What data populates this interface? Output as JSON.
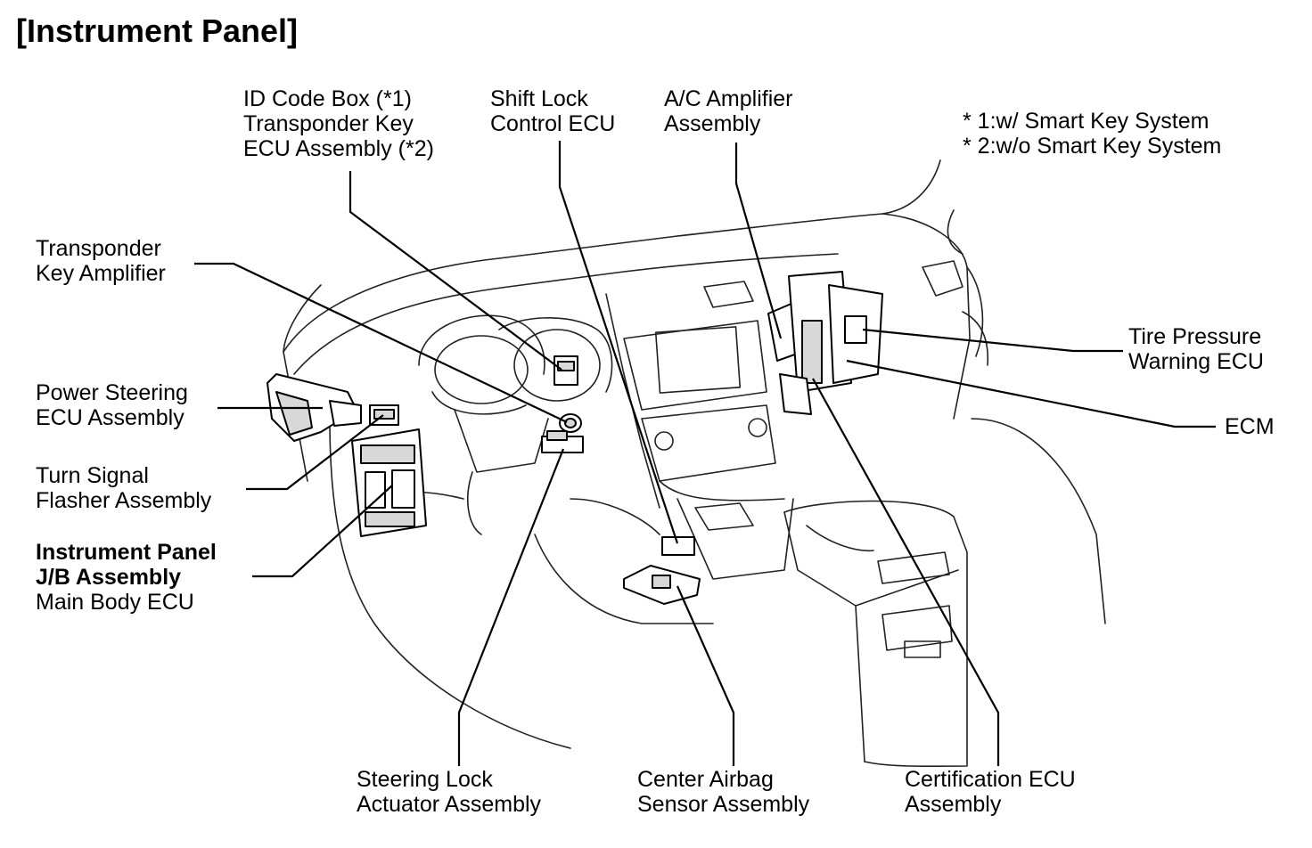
{
  "title": "[Instrument Panel]",
  "notes": [
    "* 1:w/ Smart Key System",
    "* 2:w/o Smart Key System"
  ],
  "labels": {
    "id_code_box": [
      "ID Code Box (*1)",
      "Transponder Key",
      "ECU Assembly (*2)"
    ],
    "shift_lock": [
      "Shift Lock",
      "Control ECU"
    ],
    "ac_amplifier": [
      "A/C Amplifier",
      "Assembly"
    ],
    "transponder_amp": [
      "Transponder",
      "Key Amplifier"
    ],
    "power_steering": [
      "Power Steering",
      "ECU Assembly"
    ],
    "turn_signal": [
      "Turn Signal",
      "Flasher Assembly"
    ],
    "instrument_jb": [
      "Instrument Panel",
      "J/B Assembly",
      "Main Body ECU"
    ],
    "tire_pressure": [
      "Tire Pressure",
      "Warning ECU"
    ],
    "ecm": [
      "ECM"
    ],
    "steering_lock": [
      "Steering Lock",
      "Actuator Assembly"
    ],
    "center_airbag": [
      "Center Airbag",
      "Sensor Assembly"
    ],
    "certification": [
      "Certification ECU",
      "Assembly"
    ]
  }
}
